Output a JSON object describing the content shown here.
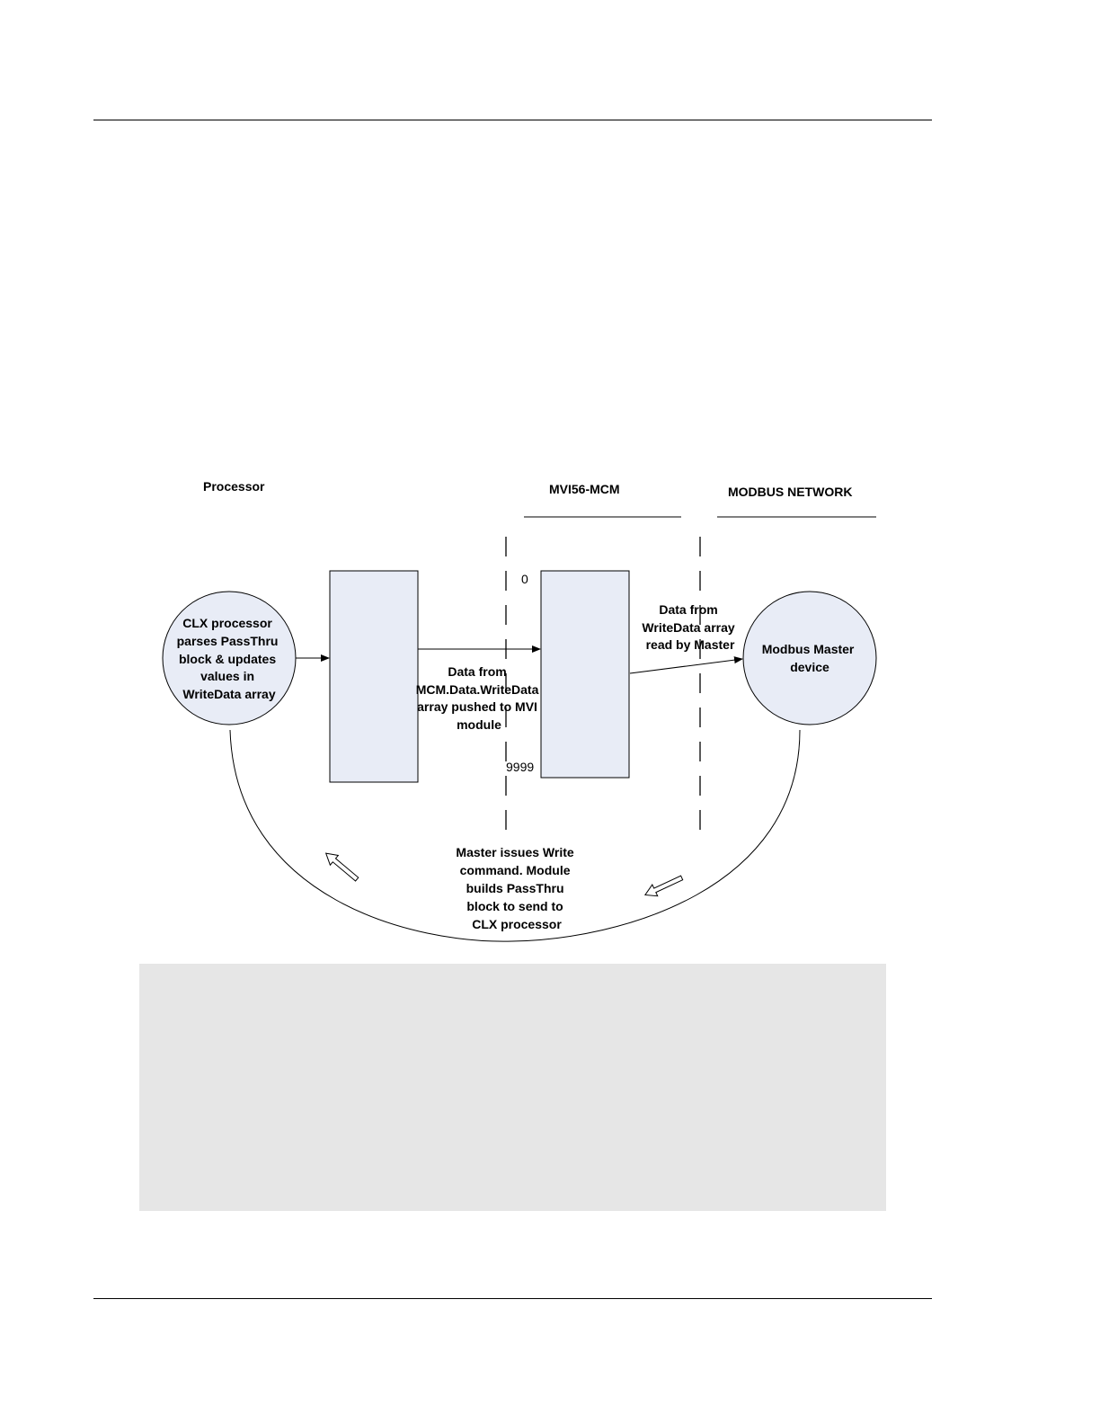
{
  "diagram": {
    "headers": {
      "processor": "Processor",
      "module": "MVI56-MCM",
      "network": "MODBUS NETWORK"
    },
    "clx_processor": [
      "CLX processor",
      "parses PassThru",
      "block & updates",
      "values in",
      "WriteData array"
    ],
    "modbus_master": [
      "Modbus Master",
      "device"
    ],
    "address_start": "0",
    "address_end": "9999",
    "push_label": [
      "Data from",
      "MCM.Data.WriteData",
      "array pushed to MVI",
      "module"
    ],
    "read_label": [
      "Data from",
      "WriteData array",
      "read by Master"
    ],
    "loop_label": [
      "Master issues Write",
      "command. Module",
      "builds PassThru",
      "block to send to",
      "CLX processor"
    ],
    "colors": {
      "node_fill": "#e8ecf6",
      "note_box": "#e6e6e6",
      "stroke": "#000000"
    }
  }
}
